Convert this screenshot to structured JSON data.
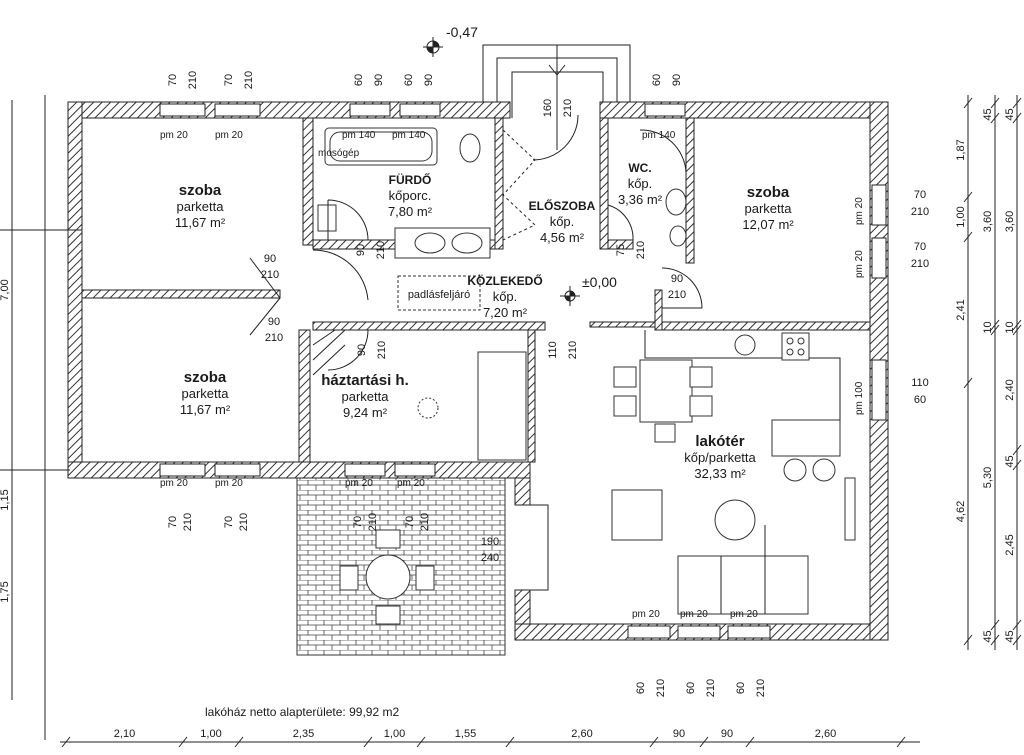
{
  "rooms": [
    {
      "name": "szoba",
      "floor": "parketta",
      "area": "11,67 m²"
    },
    {
      "name": "szoba",
      "floor": "parketta",
      "area": "11,67 m²"
    },
    {
      "name": "FÜRDŐ",
      "floor": "kőporc.",
      "area": "7,80 m²"
    },
    {
      "name": "ELŐSZOBA",
      "floor": "kőp.",
      "area": "4,56 m²"
    },
    {
      "name": "WC.",
      "floor": "kőp.",
      "area": "3,36 m²"
    },
    {
      "name": "szoba",
      "floor": "parketta",
      "area": "12,07 m²"
    },
    {
      "name": "KÖZLEKEDŐ",
      "floor": "kőp.",
      "area": "7,20 m²"
    },
    {
      "name": "háztartási h.",
      "floor": "parketta",
      "area": "9,24 m²"
    },
    {
      "name": "lakótér",
      "floor": "kőp/parketta",
      "area": "32,33 m²"
    }
  ],
  "labels": {
    "washer": "mosógép",
    "attic_stairs": "padlásfeljáró",
    "level_entrance": "-0,47",
    "level_floor": "±0,00",
    "net_area": "lakóház netto alapterülete: 99,92 m2"
  },
  "bottom_dims": [
    "2,10",
    "1,00",
    "2,35",
    "1,00",
    "1,55",
    "2,60",
    "90",
    "90",
    "2,60"
  ],
  "right_dims_1": [
    "1,87",
    "1,00",
    "2,41",
    "4,62"
  ],
  "right_dims_2": [
    "45",
    "3,60",
    "10",
    "5,30",
    "45"
  ],
  "right_dims_3": [
    "45",
    "3,60",
    "10",
    "2,40",
    "45",
    "2,45",
    "45"
  ],
  "left_dims": [
    "7,00",
    "1,15",
    "1,75"
  ],
  "openings": {
    "top": [
      [
        "70",
        "210"
      ],
      [
        "70",
        "210"
      ],
      [
        "60",
        "90"
      ],
      [
        "60",
        "90"
      ],
      [
        "160",
        "210"
      ],
      [
        "60",
        "90"
      ]
    ],
    "bottom_left": [
      [
        "70",
        "210"
      ],
      [
        "70",
        "210"
      ],
      [
        "70",
        "210"
      ],
      [
        "70",
        "210"
      ]
    ],
    "bottom_right": [
      [
        "60",
        "210"
      ],
      [
        "60",
        "210"
      ],
      [
        "60",
        "210"
      ]
    ],
    "right": [
      [
        "70",
        "210"
      ],
      [
        "70",
        "210"
      ],
      [
        "110",
        "60"
      ]
    ],
    "doors": [
      [
        "90",
        "210"
      ],
      [
        "90",
        "210"
      ],
      [
        "90",
        "210"
      ],
      [
        "90",
        "210"
      ],
      [
        "75",
        "210"
      ],
      [
        "90",
        "210"
      ],
      [
        "110",
        "210"
      ],
      [
        "190",
        "240"
      ]
    ],
    "sill_top": [
      "pm 20",
      "pm 20",
      "pm 140",
      "pm 140",
      "pm 140"
    ],
    "sill_bottom_left": [
      "pm 20",
      "pm 20",
      "pm 20",
      "pm 20"
    ],
    "sill_bottom_right": [
      "pm 20",
      "pm 20",
      "pm 20"
    ],
    "sill_right": [
      "pm 20",
      "pm 20",
      "pm 100"
    ]
  }
}
